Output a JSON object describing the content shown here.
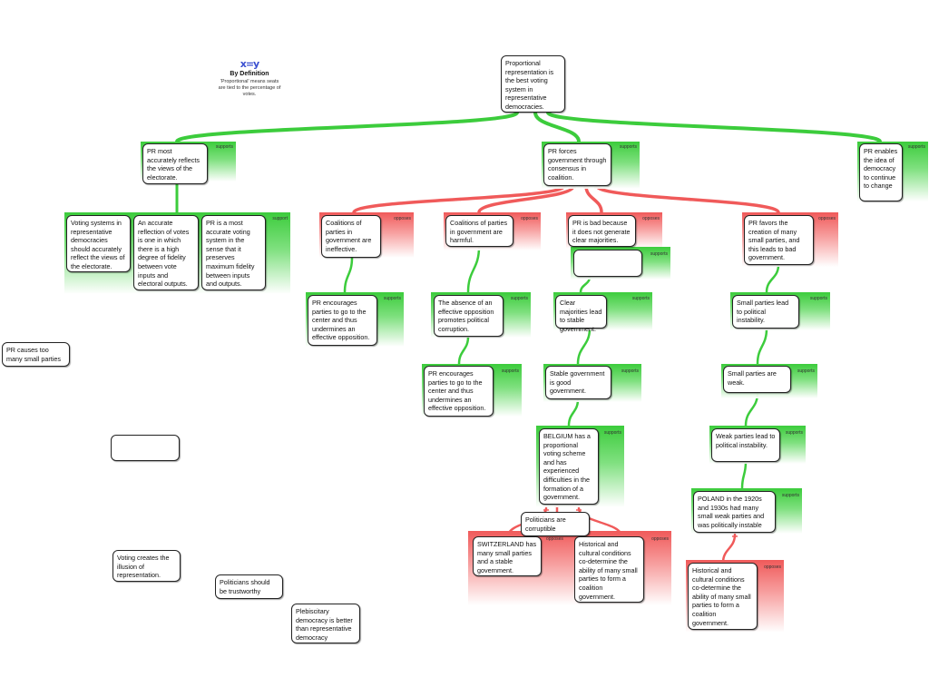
{
  "definition": {
    "icon": "x=y",
    "title": "By Definition",
    "text": "'Proportional' means seats are tied to the percentage of votes."
  },
  "colors": {
    "supports": "#3ccc3c",
    "opposes": "#f05a5a",
    "border": "#222222"
  },
  "nodes": {
    "root": "Proportional representation is the best voting system in representative democracies.",
    "a1": "PR most accurately reflects the views of the electorate.",
    "a2": "PR forces government through consensus in coalition.",
    "a3": "PR enables the idea of democracy to continue to change",
    "b1": "Voting systems in representative democracies should accurately reflect the views of the electorate.",
    "b2": "An accurate reflection of votes is one in which there is a high degree of fidelity between vote inputs and electoral outputs.",
    "b3": "PR is a most accurate voting system in the sense that it preserves maximum fidelity between inputs and outputs.",
    "c1": "Coalitions of parties in government are ineffective.",
    "c2": "Coalitions of parties in government are harmful.",
    "c3": "PR is bad because it does not generate clear majorities.",
    "c4": "PR favors the creation of many small parties, and this leads to bad government.",
    "blank1": "",
    "d1": "PR encourages parties to go to the center and thus undermines an effective opposition.",
    "d2": "The absence of an effective opposition promotes political corruption.",
    "d3": "Clear majorities lead to stable government.",
    "d4": "Small parties lead to political instability.",
    "e2": "PR encourages parties to go to the center and thus undermines an effective opposition.",
    "e3": "Stable government is good government.",
    "e4": "Small parties are weak.",
    "f3": "BELGIUM has a proportional voting scheme and has experienced difficulties in the formation of a government.",
    "f4": "Weak parties lead to political instability.",
    "g4": "POLAND in the 1920s and 1930s had many small weak parties and was politically instable",
    "pol": "Politicians are corruptible",
    "sw": "SWITZERLAND has many small parties and a stable government.",
    "hist1": "Historical and cultural conditions co-determine the ability of many small parties to form a coalition government.",
    "hist2": "Historical and cultural conditions co-determine the ability of many small parties to form a coalition government.",
    "float1": "PR causes too many small parties",
    "blank2": "",
    "float2": "Voting creates the illusion of representation.",
    "float3": "Politicians should be trustworthy",
    "float4": "Plebiscitary democracy is better than representative democracy"
  },
  "panel_labels": {
    "support": "support",
    "supports": "supports",
    "opposes": "opposes"
  }
}
